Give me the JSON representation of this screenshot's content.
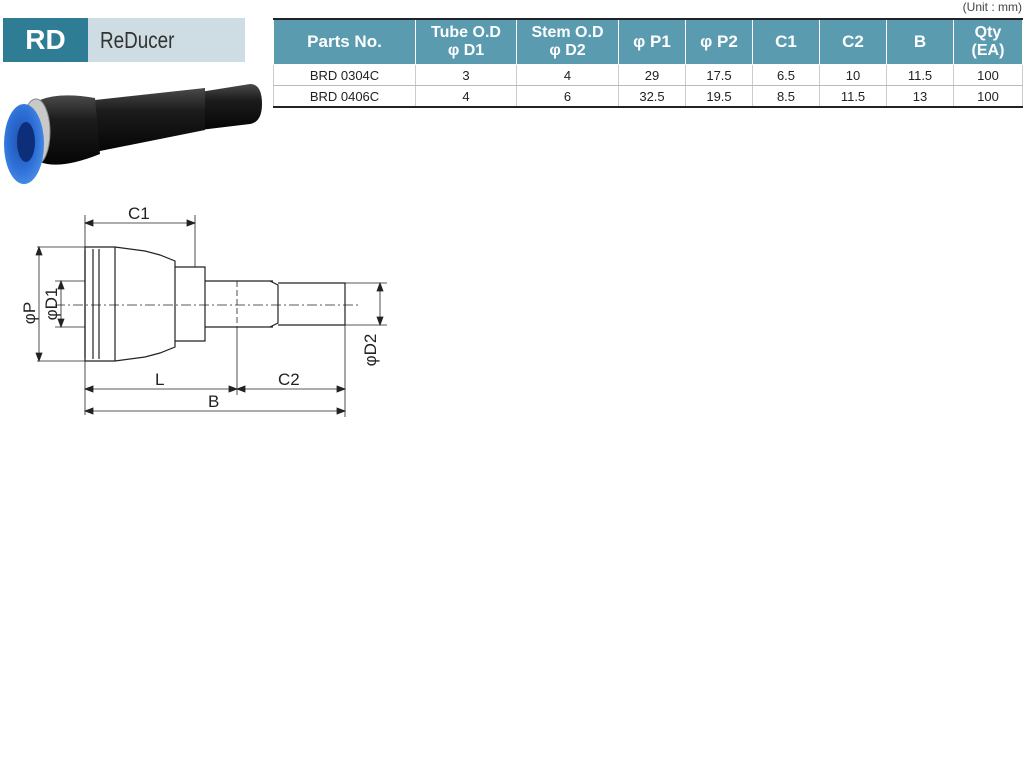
{
  "header": {
    "code": "RD",
    "title": "ReDucer"
  },
  "unit_note": "(Unit : mm)",
  "table": {
    "columns": [
      {
        "line1": "Parts No.",
        "line2": ""
      },
      {
        "line1": "Tube O.D",
        "line2": "φ D1"
      },
      {
        "line1": "Stem O.D",
        "line2": "φ D2"
      },
      {
        "line1": "φ P1",
        "line2": ""
      },
      {
        "line1": "φ P2",
        "line2": ""
      },
      {
        "line1": "C1",
        "line2": ""
      },
      {
        "line1": "C2",
        "line2": ""
      },
      {
        "line1": "B",
        "line2": ""
      },
      {
        "line1": "Qty",
        "line2": "(EA)"
      }
    ],
    "rows": [
      [
        "BRD 0304C",
        "3",
        "4",
        "29",
        "17.5",
        "6.5",
        "10",
        "11.5",
        "100"
      ],
      [
        "BRD 0406C",
        "4",
        "6",
        "32.5",
        "19.5",
        "8.5",
        "11.5",
        "13",
        "100"
      ]
    ]
  },
  "drawing": {
    "labels": {
      "c1": "C1",
      "p": "φP",
      "d1": "φD1",
      "d2": "φD2",
      "l": "L",
      "c2": "C2",
      "b": "B"
    }
  },
  "colors": {
    "badge": "#2e7d95",
    "title_bg": "#cddde3",
    "table_header": "#5a9bb0",
    "collet_blue": "#2d6fd6"
  }
}
